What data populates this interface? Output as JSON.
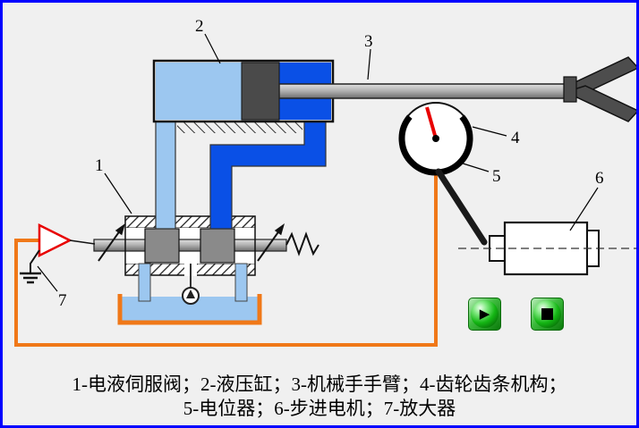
{
  "colors": {
    "canvas_border": "#0000ff",
    "background": "#f0f0f0",
    "fluid_light": "#9cc7f0",
    "fluid_dark": "#0a50e6",
    "feedback_wire": "#f07818",
    "needle": "#e80000",
    "amplifier": "#e80000",
    "button_green": "#18b418"
  },
  "labels": {
    "servo_valve": "1",
    "cylinder": "2",
    "arm": "3",
    "rack_pinion": "4",
    "potentiometer": "5",
    "stepper_motor": "6",
    "amplifier": "7"
  },
  "caption": {
    "line1": "1-电液伺服阀；2-液压缸；3-机械手手臂；4-齿轮齿条机构；",
    "line2": "5-电位器；6-步进电机；7-放大器"
  },
  "controls": {
    "play_glyph": "▶",
    "stop_glyph": "■"
  }
}
